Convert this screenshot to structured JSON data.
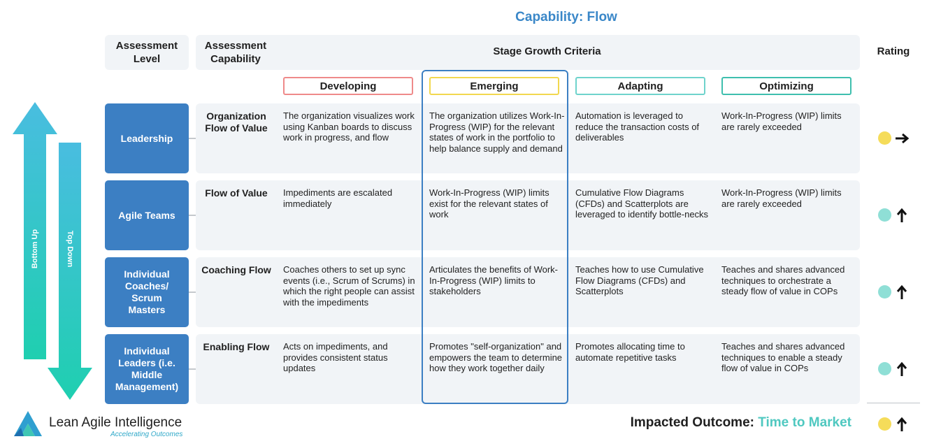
{
  "title": "Capability: Flow",
  "headers": {
    "level": "Assessment Level",
    "capability": "Assessment Capability",
    "criteria": "Stage Growth Criteria",
    "rating": "Rating"
  },
  "stages": [
    {
      "label": "Developing",
      "color": "#ef8a8a"
    },
    {
      "label": "Emerging",
      "color": "#f2d84f"
    },
    {
      "label": "Adapting",
      "color": "#6fd3cc"
    },
    {
      "label": "Optimizing",
      "color": "#3fbfae"
    }
  ],
  "side_arrows": {
    "up": "Bottom Up",
    "down": "Top Down"
  },
  "rows": [
    {
      "level": "Leadership",
      "capability": "Organization Flow of Value",
      "cells": [
        "The organization visualizes work using Kanban boards to discuss work in progress, and flow",
        "The organization utilizes Work-In-Progress (WIP) for the relevant states of work in the portfolio to help balance supply and demand",
        "Automation is leveraged to reduce the transaction costs of deliverables",
        "Work-In-Progress (WIP)  limits are rarely exceeded"
      ],
      "rating_color": "#f5dc5a",
      "rating_arrow": "➞"
    },
    {
      "level": "Agile Teams",
      "capability": "Flow of Value",
      "cells": [
        "Impediments are escalated immediately",
        "Work-In-Progress (WIP) limits exist for the relevant states of work",
        "Cumulative Flow Diagrams (CFDs) and Scatterplots are leveraged to identify bottle-necks",
        "Work-In-Progress (WIP)  limits are rarely exceeded"
      ],
      "rating_color": "#8fdfd6",
      "rating_arrow": "🠕"
    },
    {
      "level": "Individual Coaches/ Scrum Masters",
      "capability": "Coaching Flow",
      "cells": [
        "Coaches others to set up sync events (i.e., Scrum of Scrums) in which the right people can assist with the impediments",
        "Articulates the benefits of Work-In-Progress (WIP) limits to stakeholders",
        "Teaches how to use Cumulative Flow Diagrams (CFDs) and Scatterplots",
        "Teaches and shares advanced techniques to orchestrate a steady flow of value in COPs"
      ],
      "rating_color": "#8fdfd6",
      "rating_arrow": "🠕"
    },
    {
      "level": "Individual Leaders (i.e. Middle Management)",
      "capability": "Enabling Flow",
      "cells": [
        "Acts on impediments, and provides consistent status updates",
        "Promotes \"self-organization\" and empowers the team to determine how they work together daily",
        "Promotes allocating time to automate repetitive tasks",
        "Teaches and shares advanced techniques to enable a steady flow of value in COPs"
      ],
      "rating_color": "#8fdfd6",
      "rating_arrow": "🠕"
    }
  ],
  "outcome": {
    "label": "Impacted Outcome: ",
    "value": "Time to Market",
    "value_color": "#4fc8c0",
    "rating_color": "#f5dc5a",
    "rating_arrow": "🠕"
  },
  "logo": {
    "name": "Lean Agile Intelligence",
    "tagline": "Accelerating Outcomes"
  }
}
